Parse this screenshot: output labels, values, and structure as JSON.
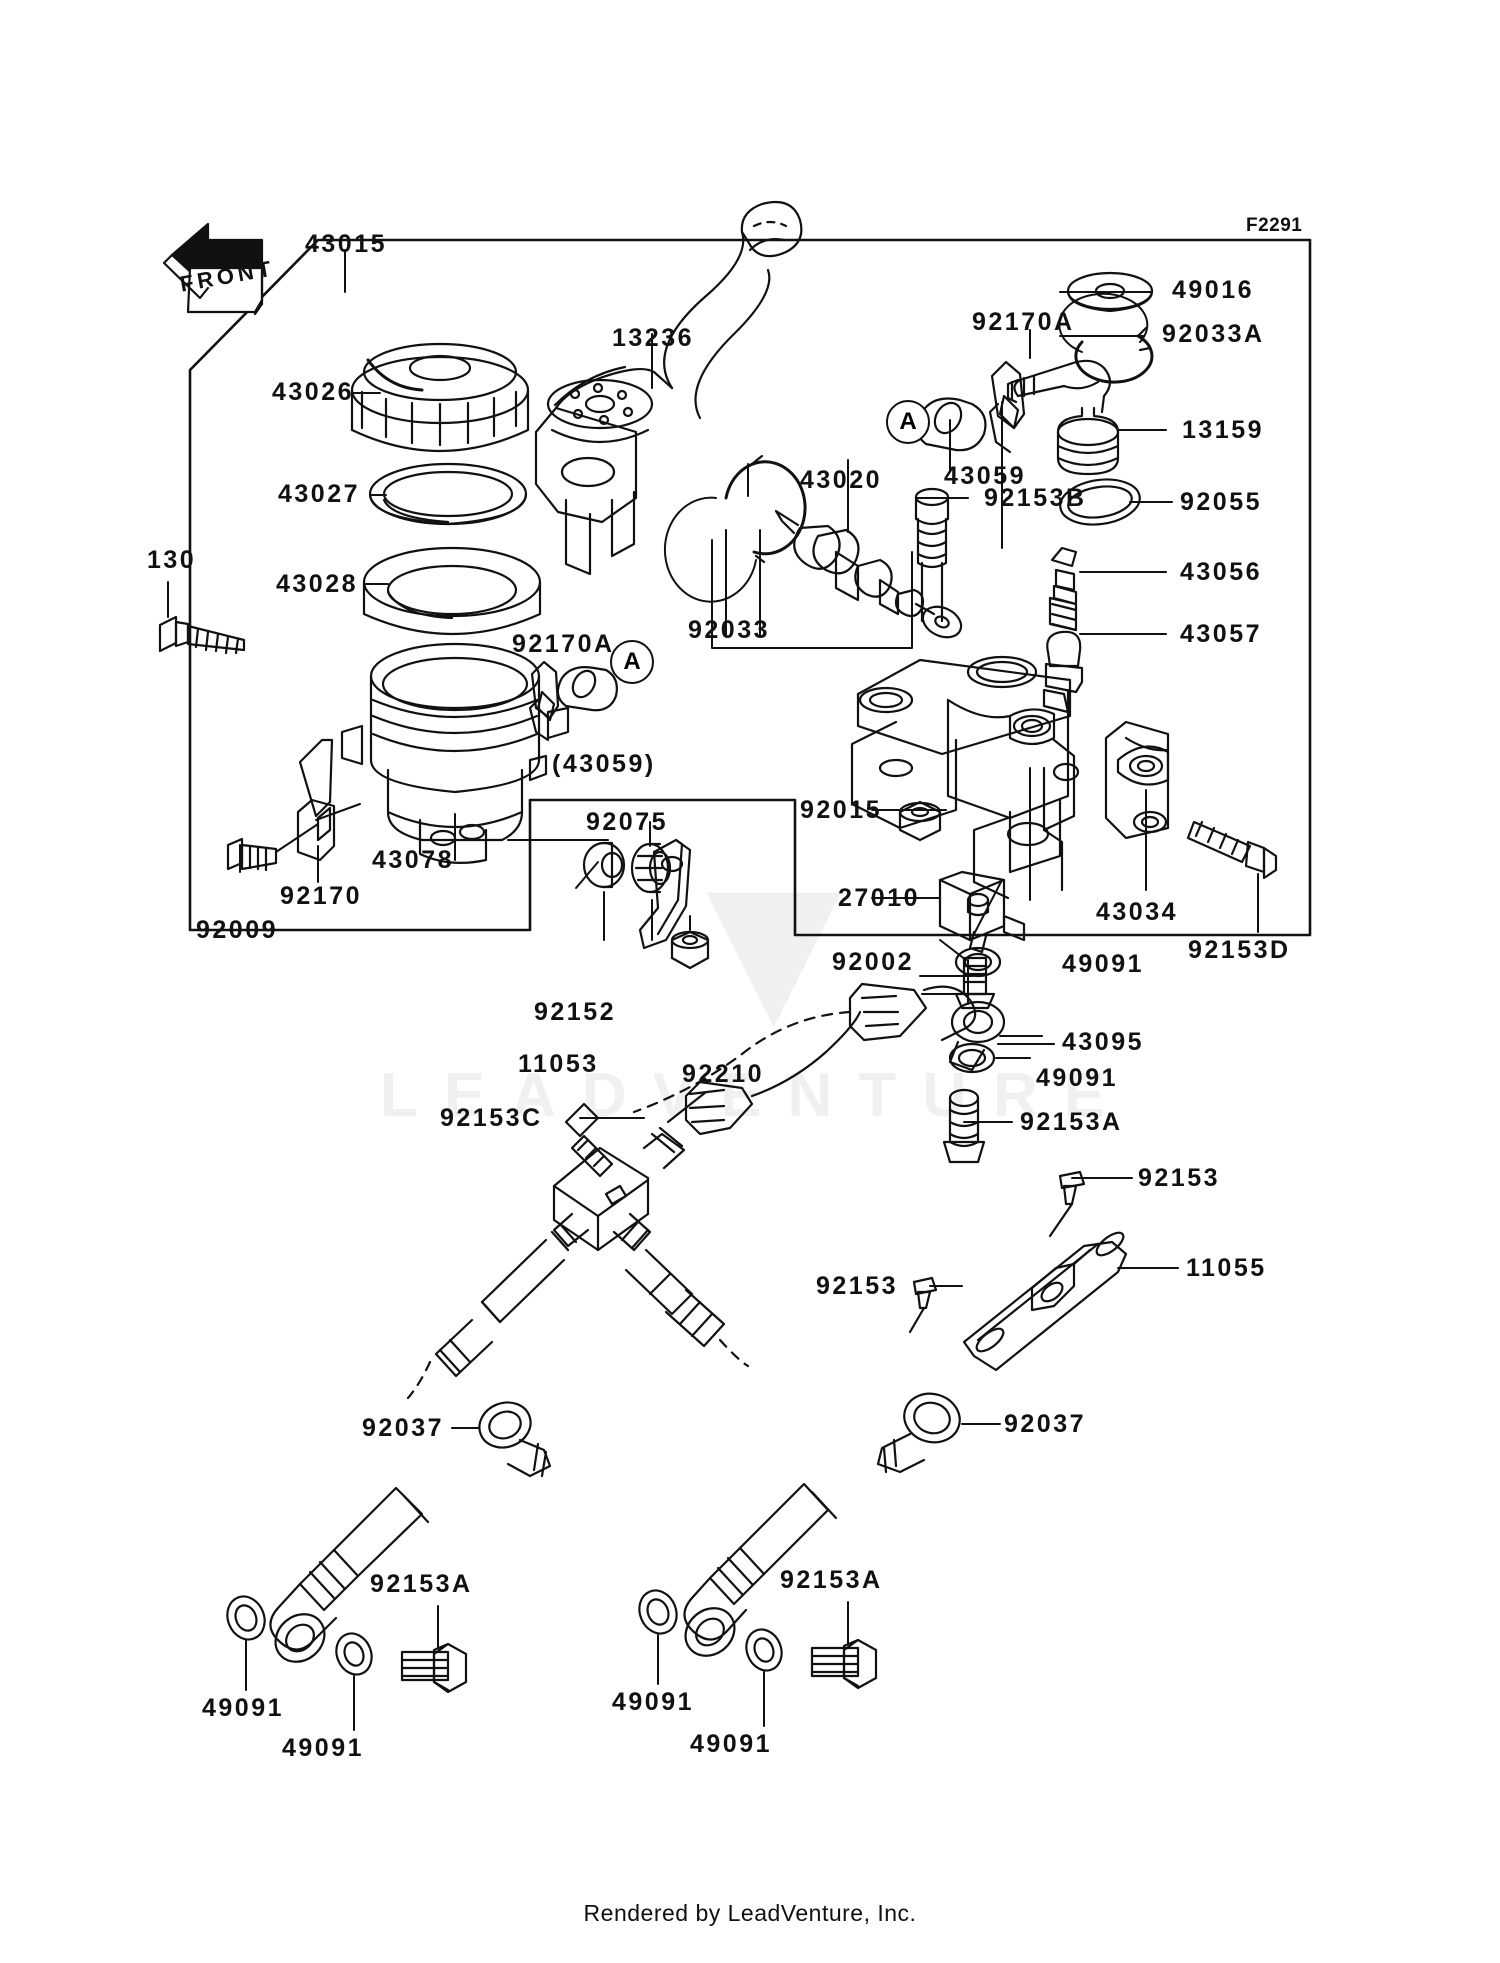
{
  "diagram": {
    "sheet_code": "F2291",
    "orientation_marker": "FRONT",
    "callout_letter": "A",
    "footer": "Rendered by LeadVenture, Inc.",
    "watermark_text": "LEADVENTURE"
  },
  "labels": {
    "group_assembly": "43015",
    "reservoir_cap": "43026",
    "diaphragm_plate": "43027",
    "diaphragm": "43028",
    "bolt_130": "130",
    "lever": "13236",
    "piston_kit": "43020",
    "circlip": "92033",
    "clamp_92170a_left": "92170A",
    "clamp_92170a_right": "92170A",
    "hose_43059_left": "(43059)",
    "hose_43059_right": "43059",
    "washer_49016": "49016",
    "circlip_92033a": "92033A",
    "joint_13159": "13159",
    "oring_92055": "92055",
    "bolt_92153b": "92153B",
    "bleed_valve_43056": "43056",
    "cap_43057": "43057",
    "body_43078": "43078",
    "clamp_92170": "92170",
    "screw_92009": "92009",
    "nut_92015": "92015",
    "switch_27010": "27010",
    "screw_92002": "92002",
    "holder_43034": "43034",
    "bolt_92153d": "92153D",
    "collar_92152": "92152",
    "spring_92075": "92075",
    "lever_11053": "11053",
    "nut_92210": "92210",
    "washer_49091_a": "49091",
    "banjo_43095": "43095",
    "washer_49091_b": "49091",
    "bolt_92153a_upper": "92153A",
    "bolt_92153c": "92153C",
    "screw_92153_upper": "92153",
    "bracket_11055": "11055",
    "screw_92153_lower": "92153",
    "clamp_92037_left": "92037",
    "clamp_92037_right": "92037",
    "washer_49091_bl1": "49091",
    "washer_49091_bl2": "49091",
    "bolt_92153a_bl": "92153A",
    "washer_49091_br1": "49091",
    "washer_49091_br2": "49091",
    "bolt_92153a_br": "92153A"
  }
}
